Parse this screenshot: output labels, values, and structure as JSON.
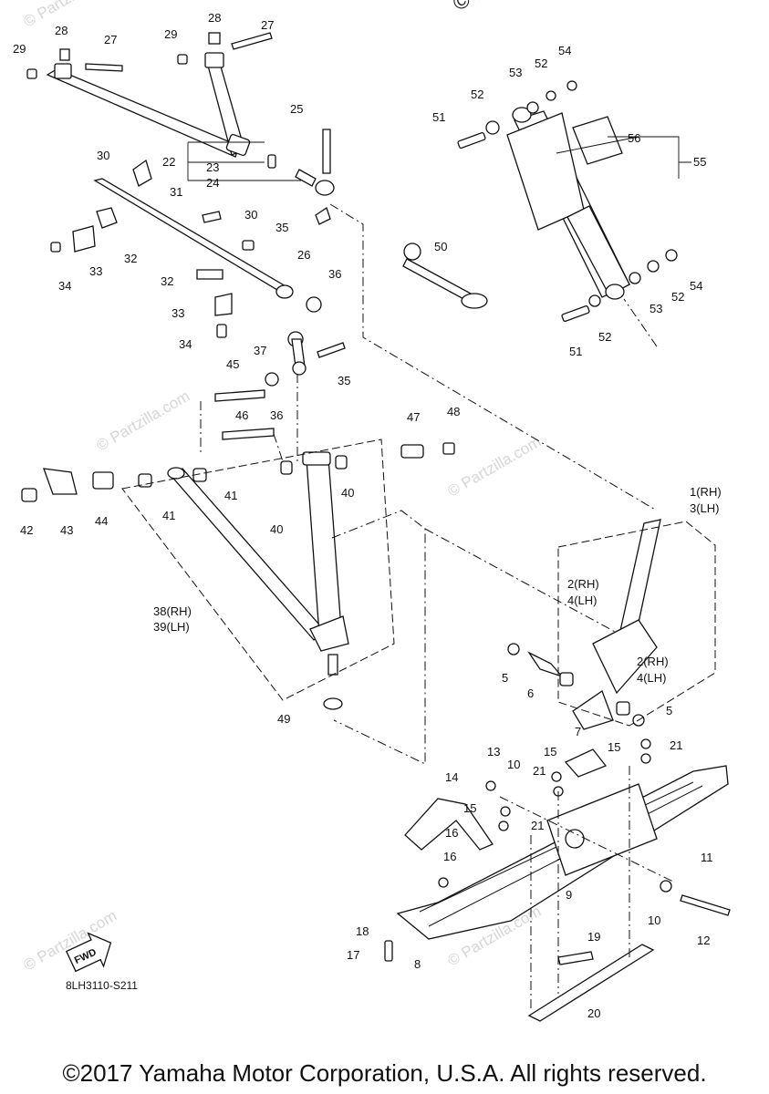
{
  "watermark_top": "© Partzilla.com",
  "watermark": "© Partzilla.com",
  "diagram_code": "8LH3110-S211",
  "fwd_label": "FWD",
  "copyright": "©2017 Yamaha Motor Corporation, U.S.A. All rights reserved.",
  "callouts": {
    "c1": "1(RH)",
    "c3": "3(LH)",
    "c2a": "2(RH)",
    "c4a": "4(LH)",
    "c2b": "2(RH)",
    "c4b": "4(LH)",
    "c5a": "5",
    "c5b": "5",
    "c6": "6",
    "c7": "7",
    "c8": "8",
    "c9": "9",
    "c10a": "10",
    "c10b": "10",
    "c11": "11",
    "c12": "12",
    "c13": "13",
    "c14": "14",
    "c15a": "15",
    "c15b": "15",
    "c15c": "15",
    "c16a": "16",
    "c16b": "16",
    "c17": "17",
    "c18": "18",
    "c19": "19",
    "c20": "20",
    "c21a": "21",
    "c21b": "21",
    "c21c": "21",
    "c22": "22",
    "c23": "23",
    "c24": "24",
    "c25": "25",
    "c26": "26",
    "c27a": "27",
    "c27b": "27",
    "c28a": "28",
    "c28b": "28",
    "c29a": "29",
    "c29b": "29",
    "c30a": "30",
    "c30b": "30",
    "c31": "31",
    "c32a": "32",
    "c32b": "32",
    "c33a": "33",
    "c33b": "33",
    "c34a": "34",
    "c34b": "34",
    "c35a": "35",
    "c35b": "35",
    "c36a": "36",
    "c36b": "36",
    "c37": "37",
    "c38": "38(RH)",
    "c39": "39(LH)",
    "c40a": "40",
    "c40b": "40",
    "c41a": "41",
    "c41b": "41",
    "c42": "42",
    "c43": "43",
    "c44": "44",
    "c45": "45",
    "c46": "46",
    "c47": "47",
    "c48": "48",
    "c49": "49",
    "c50": "50",
    "c51a": "51",
    "c51b": "51",
    "c52a": "52",
    "c52b": "52",
    "c52c": "52",
    "c52d": "52",
    "c53a": "53",
    "c53b": "53",
    "c54a": "54",
    "c54b": "54",
    "c55": "55",
    "c56": "56"
  }
}
